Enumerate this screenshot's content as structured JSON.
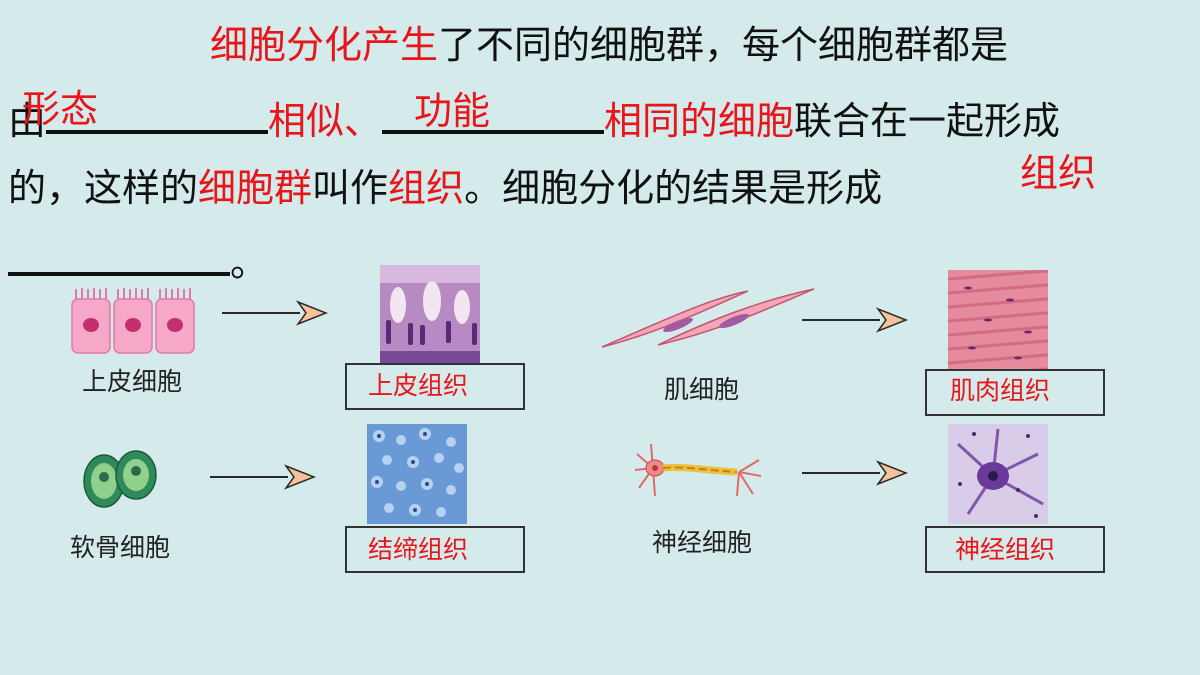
{
  "text": {
    "l1_prefix": "细胞分化产生",
    "l1_rest": "了不同的细胞群，每个细胞群都是",
    "l2_you": "由",
    "l2_similar": "相似、",
    "l2_same_cells": "相同的细胞",
    "l2_end": "联合在一起形成",
    "l3_de": "的，这样的",
    "l3_group": "细胞群",
    "l3_called": "叫作",
    "l3_tissue": "组织",
    "l3_rest": "。细胞分化的结果是形成",
    "l4_period": "。"
  },
  "answers": {
    "shape": "形态",
    "function": "功能",
    "tissue": "组织"
  },
  "cells": {
    "epithelial": "上皮细胞",
    "muscle": "肌细胞",
    "cartilage": "软骨细胞",
    "nerve": "神经细胞"
  },
  "tissues": {
    "epithelial": "上皮组织",
    "muscle": "肌肉组织",
    "connective": "结缔组织",
    "nerve": "神经组织"
  },
  "colors": {
    "background": "#d5eaea",
    "answer_red": "#e8151b",
    "arrow_fill": "#f5c29a",
    "arrow_stroke": "#2a2a2a"
  }
}
